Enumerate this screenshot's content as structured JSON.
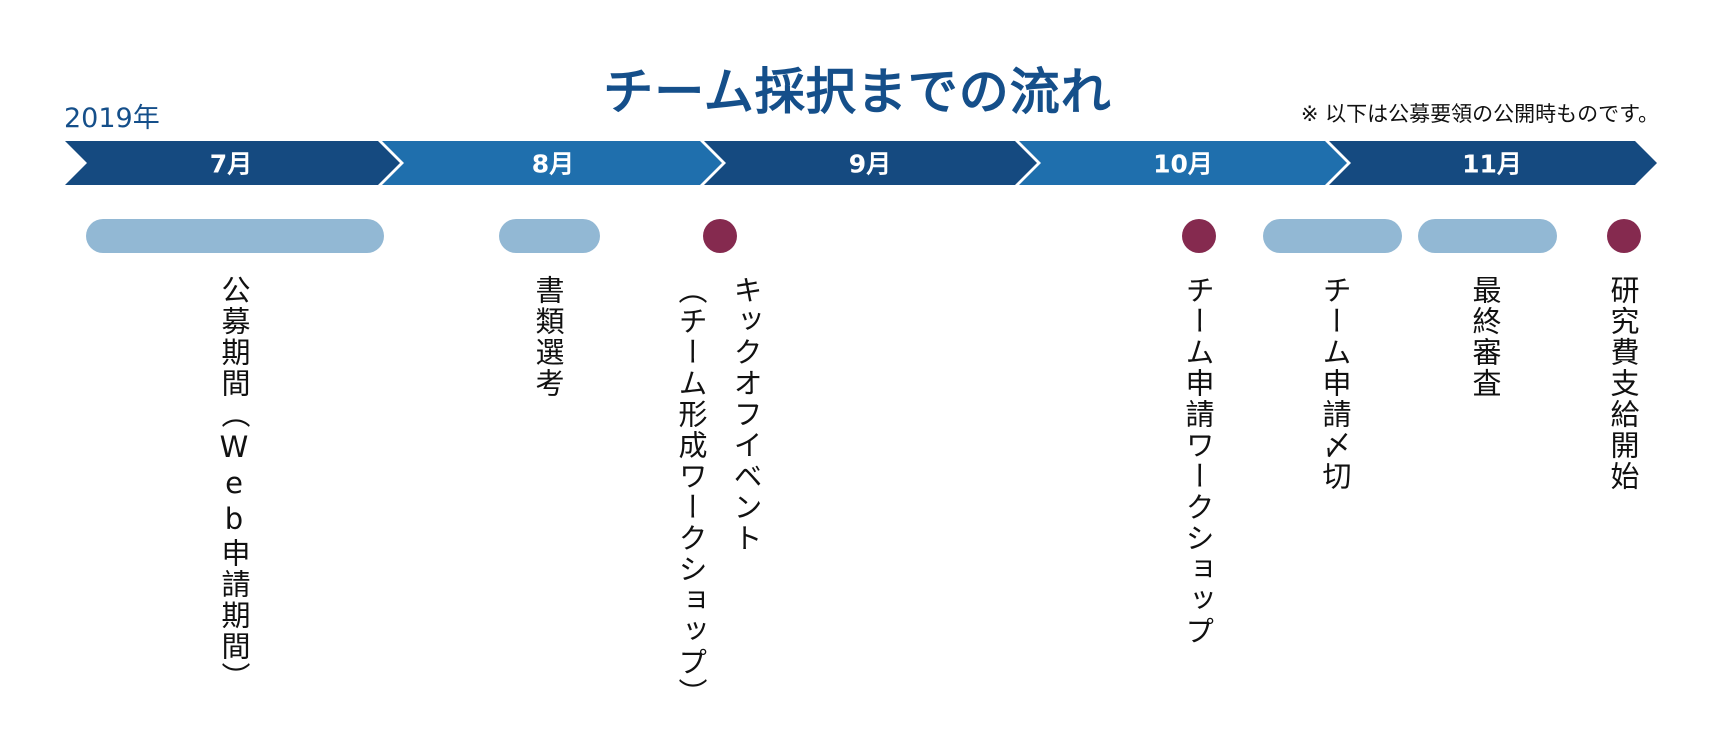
{
  "header": {
    "title": "チーム採択までの流れ",
    "year": "2019年",
    "note": "※ 以下は公募要領の公開時ものです。"
  },
  "colors": {
    "brand_dark": "#154f8a",
    "month_dark": "#154a80",
    "month_light": "#1f6fad",
    "period_bar": "#92b8d4",
    "event_dot": "#852a4f",
    "text": "#111111"
  },
  "months": [
    {
      "label": "7月"
    },
    {
      "label": "8月"
    },
    {
      "label": "9月"
    },
    {
      "label": "10月"
    },
    {
      "label": "11月"
    }
  ],
  "events": [
    {
      "kind": "period",
      "label": "公募期間（Web申請期間）"
    },
    {
      "kind": "period",
      "label": "書類選考"
    },
    {
      "kind": "point",
      "label": "キックオフイベント"
    },
    {
      "kind": "point",
      "label": "（チーム形成ワークショップ）"
    },
    {
      "kind": "point",
      "label": "チーム申請ワークショップ"
    },
    {
      "kind": "period",
      "label": "チーム申請〆切"
    },
    {
      "kind": "period",
      "label": "最終審査"
    },
    {
      "kind": "point",
      "label": "研究費支給開始"
    }
  ]
}
